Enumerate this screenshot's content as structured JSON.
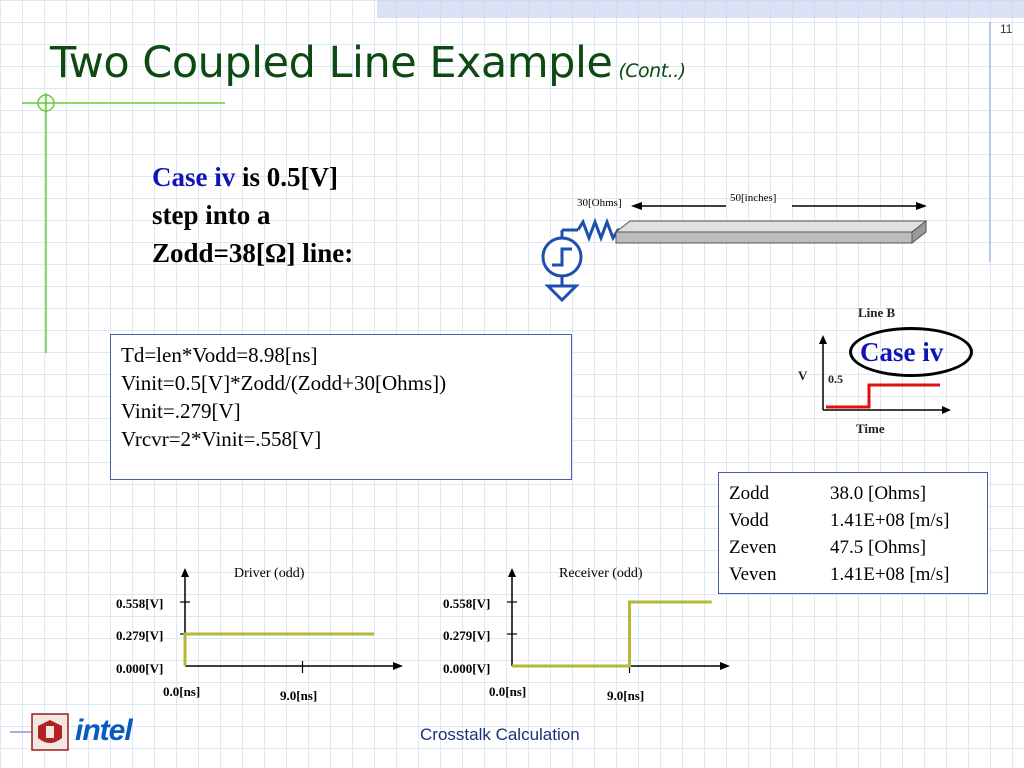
{
  "slide": {
    "number": "11",
    "title": "Two Coupled Line Example",
    "subtitle": "(Cont..)",
    "footer": "Crosstalk Calculation"
  },
  "case_text": {
    "highlight": "Case iv",
    "line1_rest": " is 0.5[V]",
    "line2": "step into a",
    "line3": "Zodd=38[Ω] line:"
  },
  "schematic": {
    "resistor_label": "30[Ohms]",
    "length_label": "50[inches]"
  },
  "calc_box": {
    "lines": [
      "Td=len*Vodd=8.98[ns]",
      "Vinit=0.5[V]*Zodd/(Zodd+30[Ohms])",
      "Vinit=.279[V]",
      "Vrcvr=2*Vinit=.558[V]"
    ]
  },
  "line_b_plot": {
    "title": "Line B",
    "case_label": "Case iv",
    "ylabel": "V",
    "level": "0.5",
    "xlabel": "Time"
  },
  "params": [
    {
      "name": "Zodd",
      "value": "38.0 [Ohms]"
    },
    {
      "name": "Vodd",
      "value": "1.41E+08 [m/s]"
    },
    {
      "name": "Zeven",
      "value": "47.5 [Ohms]"
    },
    {
      "name": "Veven",
      "value": "1.41E+08 [m/s]"
    }
  ],
  "colors": {
    "title": "#0d4a12",
    "accent_blue": "#0f14b6",
    "waveform": "#b5b83a",
    "step_red": "#e01010",
    "box_border": "#4a5faf"
  },
  "chart_data": [
    {
      "type": "line",
      "title": "Driver (odd)",
      "yticks": [
        "0.558[V]",
        "0.279[V]",
        "0.000[V]"
      ],
      "xticks": [
        "0.0[ns]",
        "9.0[ns]"
      ],
      "ylim": [
        0,
        0.558
      ],
      "xlim": [
        0,
        18
      ],
      "series": [
        {
          "x": [
            0,
            0,
            14.5
          ],
          "y": [
            0,
            0.279,
            0.279
          ]
        }
      ]
    },
    {
      "type": "line",
      "title": "Receiver (odd)",
      "yticks": [
        "0.558[V]",
        "0.279[V]",
        "0.000[V]"
      ],
      "xticks": [
        "0.0[ns]",
        "9.0[ns]"
      ],
      "ylim": [
        0,
        0.558
      ],
      "xlim": [
        0,
        18
      ],
      "series": [
        {
          "x": [
            0,
            9.0,
            9.0,
            15.3
          ],
          "y": [
            0,
            0,
            0.558,
            0.558
          ]
        }
      ]
    }
  ],
  "logo": {
    "text": "intel"
  }
}
